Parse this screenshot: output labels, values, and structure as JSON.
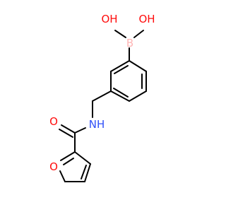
{
  "atoms": {
    "oh_left": {
      "text": "OH",
      "color": "#FF0D0D"
    },
    "oh_right": {
      "text": "OH",
      "color": "#FF0D0D"
    },
    "boron": {
      "text": "B",
      "color": "#FFB5B5"
    },
    "nh": {
      "text": "NH",
      "color": "#3050F8"
    },
    "o_carbonyl": {
      "text": "O",
      "color": "#FF0D0D"
    },
    "o_furan": {
      "text": "O",
      "color": "#FF0D0D"
    }
  }
}
